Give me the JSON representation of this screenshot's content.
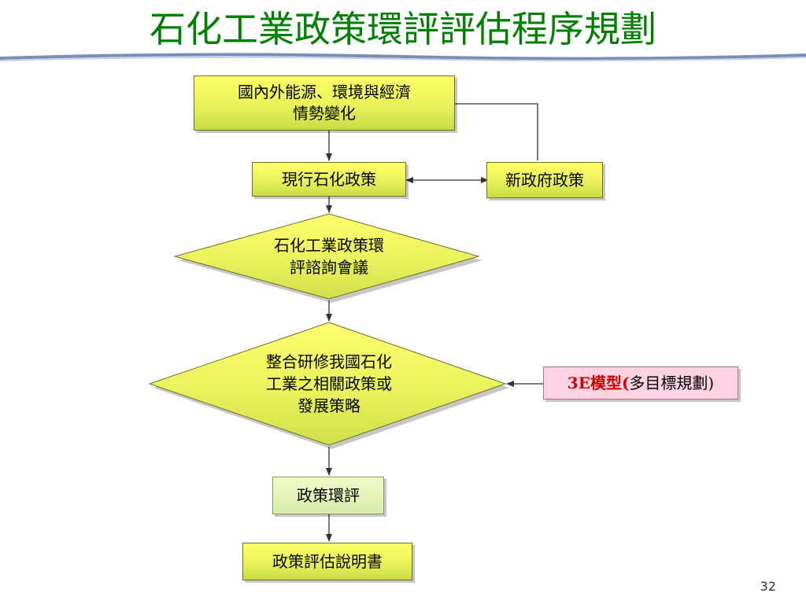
{
  "slide": {
    "title": "石化工業政策環評評估程序規劃",
    "page_number": "32"
  },
  "nodes": {
    "trends": "國內外能源、環境與經濟\n情勢變化",
    "current_policy": "現行石化政策",
    "new_gov_policy": "新政府政策",
    "consult_meeting": "石化工業政策環\n評諮詢會議",
    "integrate_study": "整合研修我國石化\n工業之相關政策或\n發展策略",
    "model_prefix": "3E模型(",
    "model_suffix": "多目標規劃)",
    "policy_eia": "政策環評",
    "assessment_report": "政策評估說明書"
  },
  "colors": {
    "title": "#008000",
    "box_fill": "#ffff66",
    "diamond_fill": "#eaf25c",
    "pale_fill": "#e4f2b8",
    "pink_fill": "#fbd3e3",
    "model_highlight": "#d00000",
    "connector": "#333333"
  }
}
